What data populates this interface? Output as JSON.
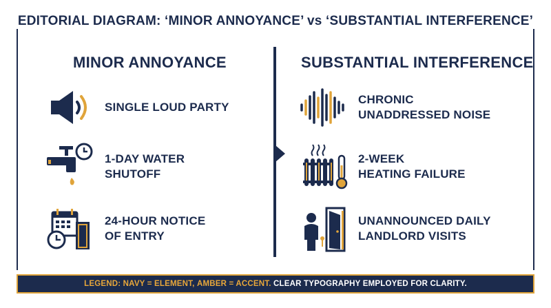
{
  "title": "EDITORIAL DIAGRAM: ‘MINOR ANNOYANCE’ vs ‘SUBSTANTIAL INTERFERENCE’",
  "left": {
    "heading": "MINOR ANNOYANCE",
    "items": [
      {
        "icon": "speaker-icon",
        "label": "SINGLE LOUD PARTY"
      },
      {
        "icon": "faucet-clock-icon",
        "label": "1-DAY WATER\nSHUTOFF"
      },
      {
        "icon": "calendar-door-icon",
        "label": "24-HOUR NOTICE\nOF ENTRY"
      }
    ]
  },
  "right": {
    "heading": "SUBSTANTIAL INTERFERENCE",
    "items": [
      {
        "icon": "sound-wave-icon",
        "label": "CHRONIC\nUNADDRESSED NOISE"
      },
      {
        "icon": "radiator-thermometer-icon",
        "label": "2-WEEK\nHEATING FAILURE"
      },
      {
        "icon": "person-door-icon",
        "label": "UNANNOUNCED DAILY\nLANDLORD VISITS"
      }
    ]
  },
  "legend": {
    "prefix": "LEGEND:",
    "navy": "NAVY = ELEMENT,",
    "amber": "AMBER = ACCENT.",
    "suffix": "CLEAR TYPOGRAPHY EMPLOYED FOR CLARITY."
  },
  "colors": {
    "navy": "#1c2b4d",
    "amber": "#e0a43a"
  }
}
